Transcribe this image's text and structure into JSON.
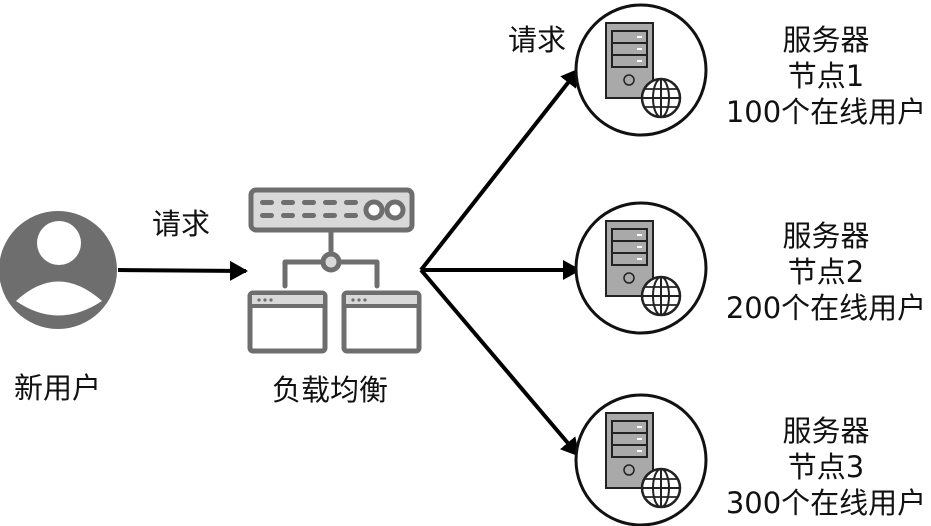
{
  "user": {
    "label": "新用户",
    "icon": "user-avatar-icon"
  },
  "request_label_left": "请求",
  "request_label_top": "请求",
  "load_balancer": {
    "label": "负载均衡",
    "icon": "load-balancer-icon"
  },
  "servers": [
    {
      "title": "服务器",
      "node": "节点1",
      "users": "100个在线用户",
      "icon": "server-globe-icon"
    },
    {
      "title": "服务器",
      "node": "节点2",
      "users": "200个在线用户",
      "icon": "server-globe-icon"
    },
    {
      "title": "服务器",
      "node": "节点3",
      "users": "300个在线用户",
      "icon": "server-globe-icon"
    }
  ],
  "colors": {
    "icon_dark": "#6e6e6e",
    "icon_fill": "#d9d9d9",
    "server_fill": "#a9a9a9",
    "line": "#000000"
  }
}
